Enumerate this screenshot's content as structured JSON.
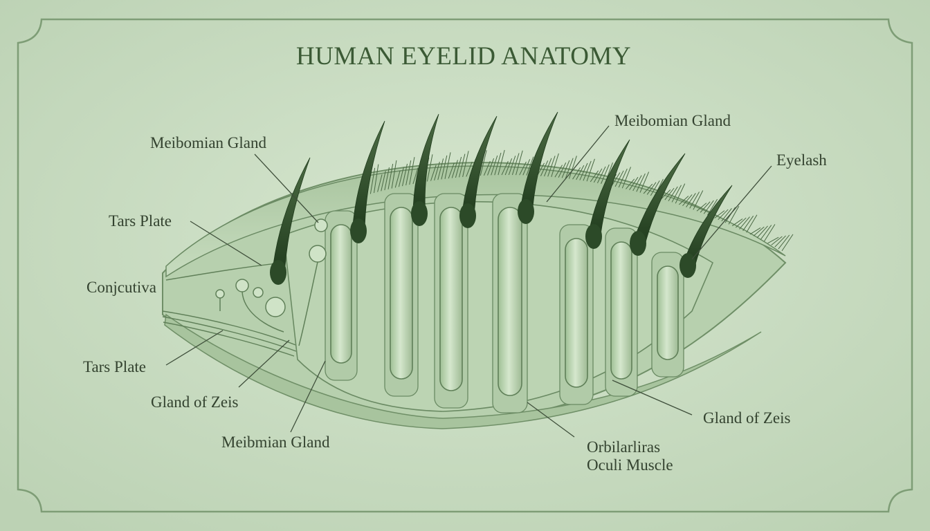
{
  "title": "HUMAN EYELID ANATOMY",
  "labels": {
    "meibomian_gland_top_left": "Meibomian Gland",
    "meibomian_gland_top_right": "Meibomian Gland",
    "eyelash": "Eyelash",
    "tars_plate_upper": "Tars Plate",
    "conjunctiva": "Conjcutiva",
    "tars_plate_lower": "Tars Plate",
    "gland_of_zeis_left": "Gland of Zeis",
    "meibmian_gland_bottom": "Meibmian Gland",
    "orbicularis_line1": "Orbilarliras",
    "orbicularis_line2": "Oculi Muscle",
    "gland_of_zeis_right": "Gland of Zeis"
  },
  "colors": {
    "background": "#c9dcc2",
    "frame": "#7e9d76",
    "title": "#3b5a35",
    "tissue": "#b7d0ae",
    "gland": "#c2dab9",
    "ink": "#33422f"
  }
}
